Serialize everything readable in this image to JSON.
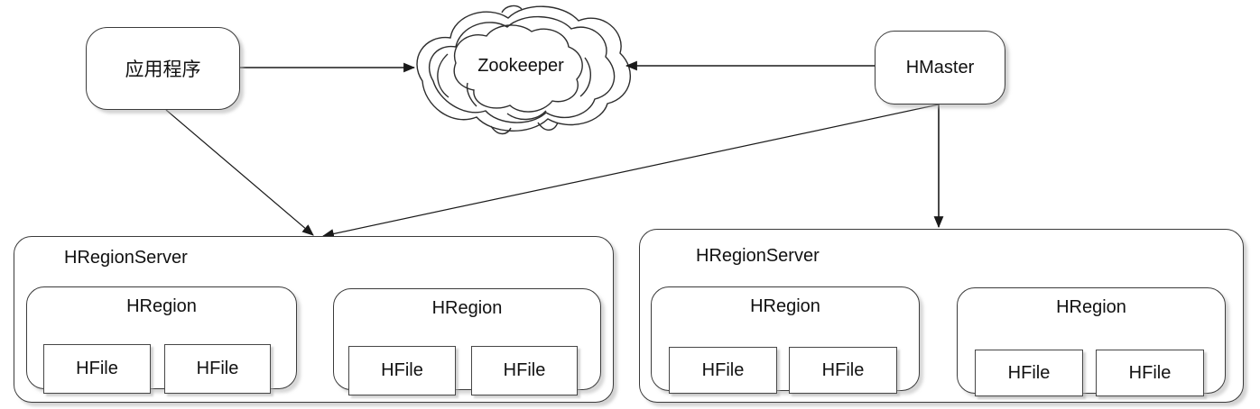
{
  "colors": {
    "background": "#ffffff",
    "stroke": "#3b3b3b",
    "arrow": "#1a1a1a",
    "shadow": "#c8c8c8",
    "text": "#111111"
  },
  "nodes": {
    "application": {
      "label": "应用程序"
    },
    "zookeeper": {
      "label": "Zookeeper"
    },
    "hmaster": {
      "label": "HMaster"
    }
  },
  "servers": [
    {
      "label": "HRegionServer",
      "regions": [
        {
          "label": "HRegion",
          "files": [
            {
              "label": "HFile"
            },
            {
              "label": "HFile"
            }
          ]
        },
        {
          "label": "HRegion",
          "files": [
            {
              "label": "HFile"
            },
            {
              "label": "HFile"
            }
          ]
        }
      ]
    },
    {
      "label": "HRegionServer",
      "regions": [
        {
          "label": "HRegion",
          "files": [
            {
              "label": "HFile"
            },
            {
              "label": "HFile"
            }
          ]
        },
        {
          "label": "HRegion",
          "files": [
            {
              "label": "HFile"
            },
            {
              "label": "HFile"
            }
          ]
        }
      ]
    }
  ],
  "connections": [
    {
      "from": "application",
      "to": "zookeeper"
    },
    {
      "from": "hmaster",
      "to": "zookeeper"
    },
    {
      "from": "application",
      "to": "server-left"
    },
    {
      "from": "hmaster",
      "to": "server-left"
    },
    {
      "from": "hmaster",
      "to": "server-right"
    }
  ]
}
